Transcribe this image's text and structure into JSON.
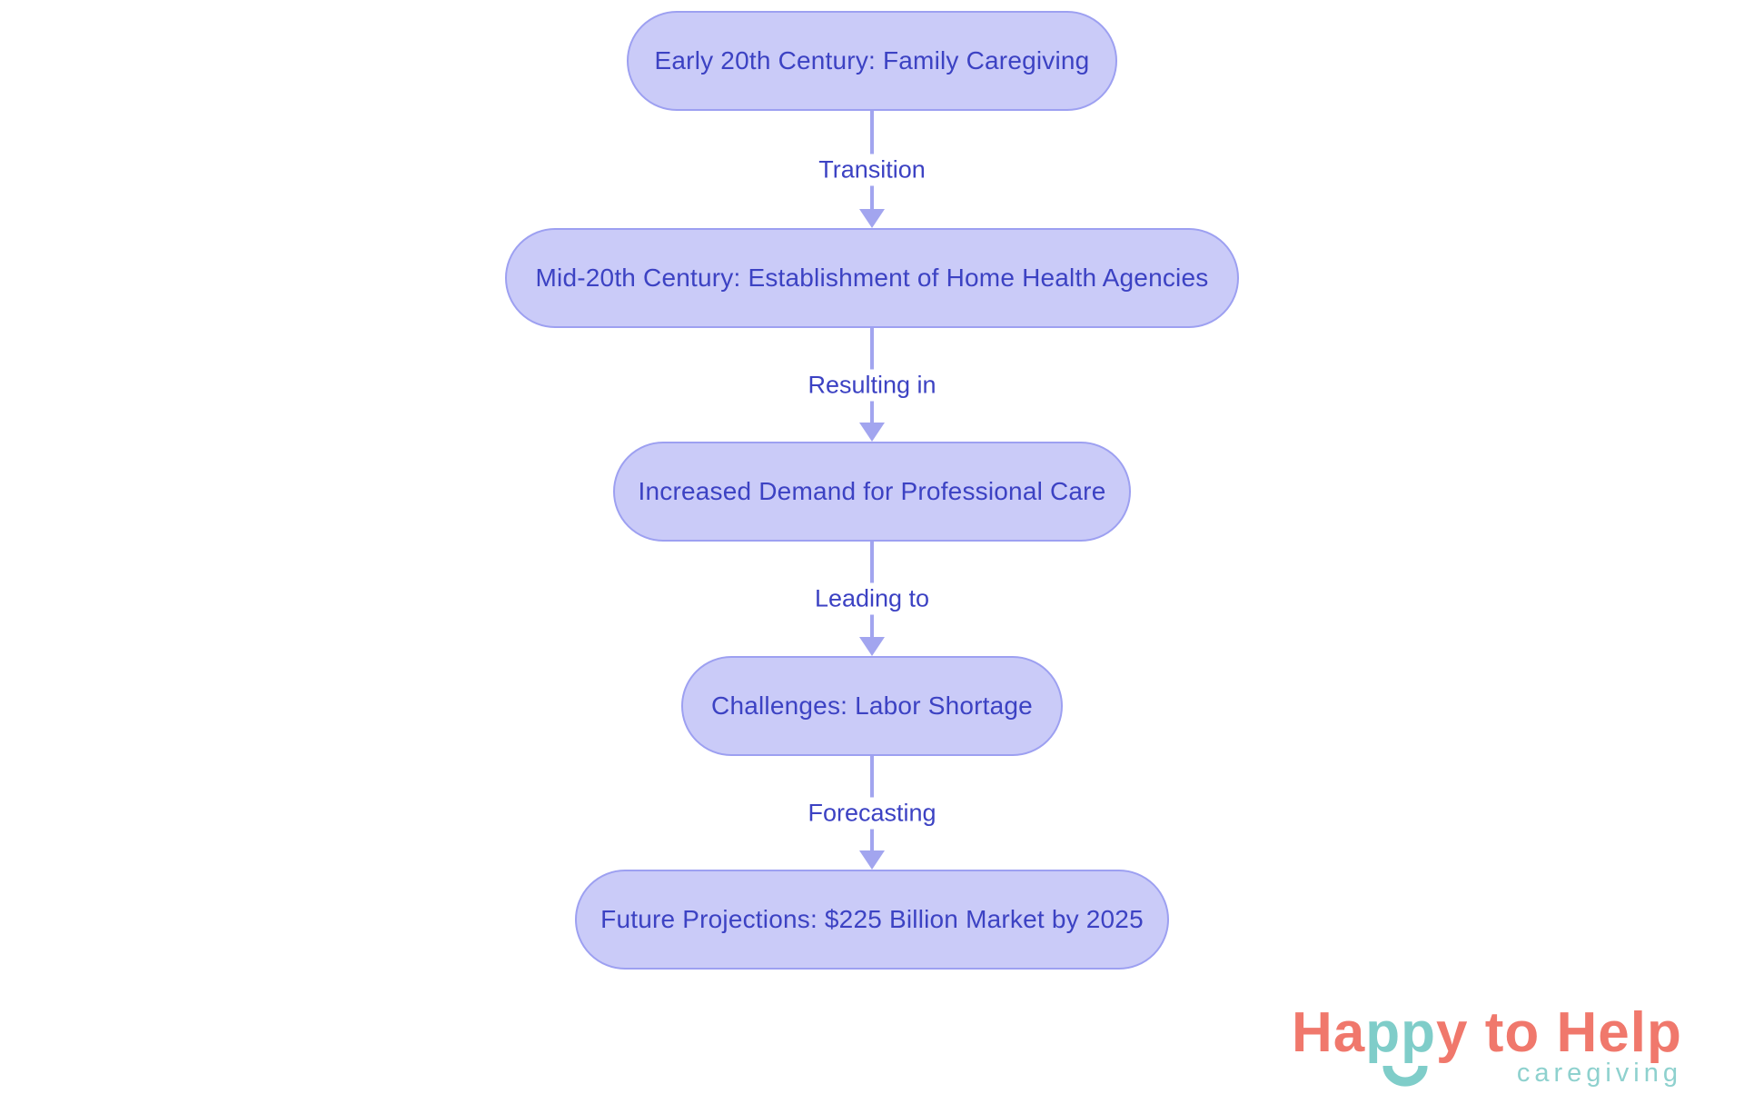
{
  "page": {
    "background": "#ffffff"
  },
  "flowchart": {
    "nodes": [
      {
        "label": "Early 20th Century: Family Caregiving"
      },
      {
        "label": "Mid-20th Century: Establishment of Home Health Agencies"
      },
      {
        "label": "Increased Demand for Professional Care"
      },
      {
        "label": "Challenges: Labor Shortage"
      },
      {
        "label": "Future Projections: $225 Billion Market by 2025"
      }
    ],
    "edges": [
      {
        "from": 0,
        "to": 1,
        "label": "Transition"
      },
      {
        "from": 1,
        "to": 2,
        "label": "Resulting in"
      },
      {
        "from": 2,
        "to": 3,
        "label": "Leading to"
      },
      {
        "from": 3,
        "to": 4,
        "label": "Forecasting"
      }
    ],
    "colors": {
      "node_fill": "#cacbf8",
      "node_border": "#9da0f1",
      "node_text": "#3c42c3",
      "edge_line": "#a2a5ef",
      "edge_label_text": "#3c42c3"
    }
  },
  "logo": {
    "title_segments": [
      {
        "text": "Ha",
        "color": "#f0786c"
      },
      {
        "text": "pp",
        "color": "#7fcdc9"
      },
      {
        "text": "y to Help",
        "color": "#f0786c"
      }
    ],
    "subtitle": "caregiving",
    "colors": {
      "coral": "#f0786c",
      "teal": "#7fcdc9",
      "subtitle_teal": "#8ed1ce"
    },
    "smile_icon": "smile-arc"
  }
}
